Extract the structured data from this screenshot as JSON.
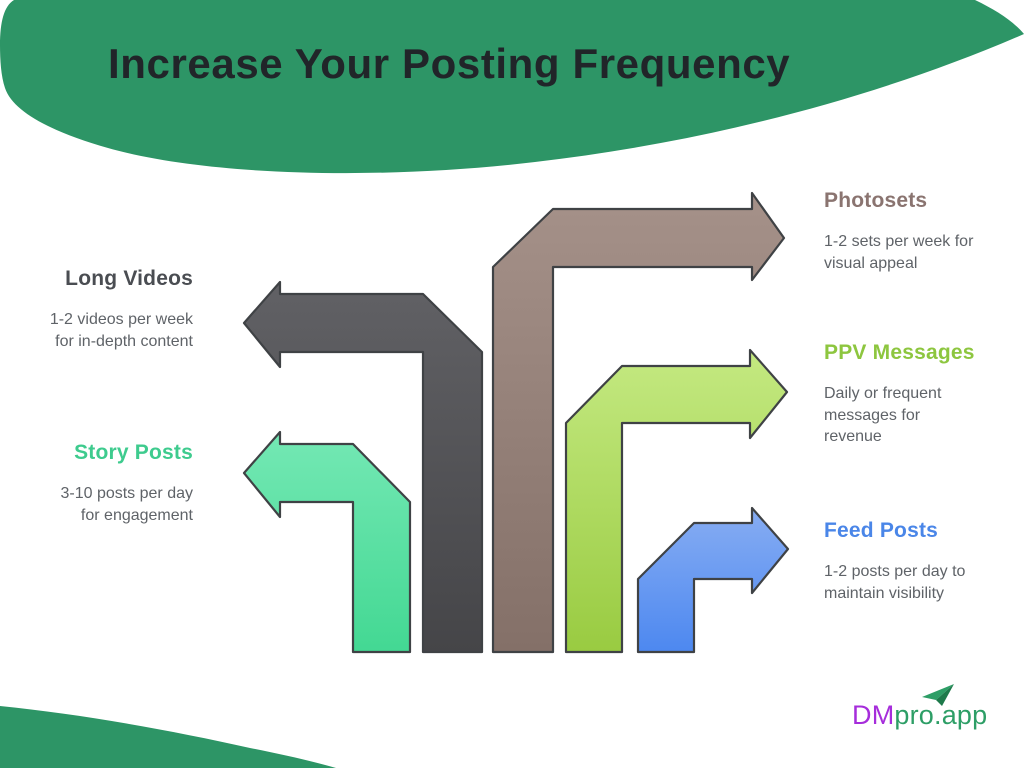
{
  "title": "Increase Your Posting Frequency",
  "theme": {
    "background": "#ffffff",
    "blob_green": "#2d9566",
    "outline": "#3f4245",
    "title_color": "#212529",
    "desc_color": "#5f6368"
  },
  "items": [
    {
      "label": "Long Videos",
      "label_color": "#4a4d52",
      "direction": "left",
      "desc": [
        "1-2 videos per week",
        "for in-depth content"
      ],
      "arrow_top": "#616165",
      "arrow_bottom": "#454548"
    },
    {
      "label": "Story Posts",
      "label_color": "#3ecb8e",
      "direction": "left",
      "desc": [
        "3-10 posts per day",
        "for engagement"
      ],
      "arrow_top": "#74e8b4",
      "arrow_bottom": "#43d893"
    },
    {
      "label": "Photosets",
      "label_color": "#8a7470",
      "direction": "right",
      "desc": [
        "1-2 sets per week for",
        "visual appeal"
      ],
      "arrow_top": "#a59189",
      "arrow_bottom": "#847068"
    },
    {
      "label": "PPV Messages",
      "label_color": "#8dc63f",
      "direction": "right",
      "desc": [
        "Daily or frequent",
        "messages for",
        "revenue"
      ],
      "arrow_top": "#c4e981",
      "arrow_bottom": "#99cb41"
    },
    {
      "label": "Feed Posts",
      "label_color": "#4a86e8",
      "direction": "right",
      "desc": [
        "1-2 posts per day to",
        "maintain visibility"
      ],
      "arrow_top": "#87adf3",
      "arrow_bottom": "#4d88f0"
    }
  ],
  "logo": {
    "prefix": "DM",
    "suffix": "pro.app",
    "prefix_color": "#a62ddb",
    "suffix_color": "#2d9e66",
    "plane_icon": "paper-plane",
    "plane_color": "#2d9e66",
    "plane_dark_color": "#1e7a4b"
  }
}
